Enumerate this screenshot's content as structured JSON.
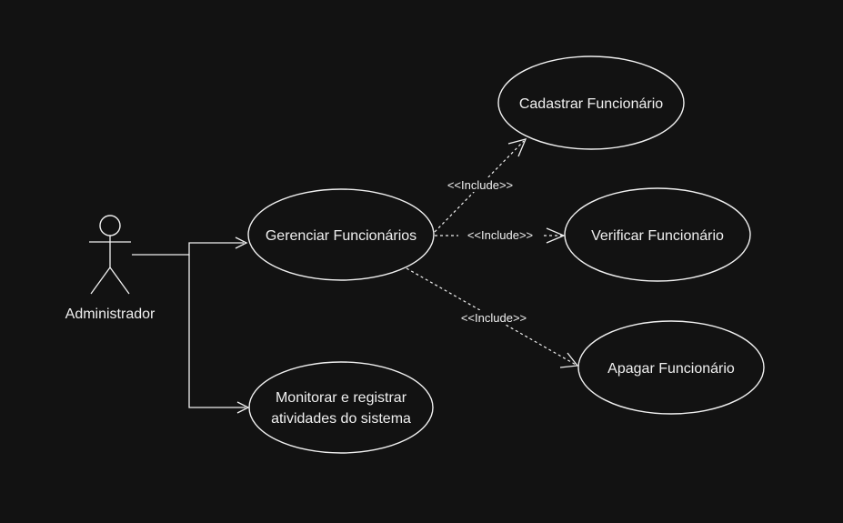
{
  "actor": {
    "name": "Administrador"
  },
  "use_cases": {
    "gerenciar": "Gerenciar Funcionários",
    "cadastrar": "Cadastrar Funcionário",
    "verificar": "Verificar Funcionário",
    "apagar": "Apagar Funcionário",
    "monitorar_line1": "Monitorar e registrar",
    "monitorar_line2": "atividades do sistema"
  },
  "relations": {
    "include_cadastrar": "<<Include>>",
    "include_verificar": "<<Include>>",
    "include_apagar": "<<Include>>"
  },
  "colors": {
    "background": "#121212",
    "foreground": "#f0f0f0"
  }
}
